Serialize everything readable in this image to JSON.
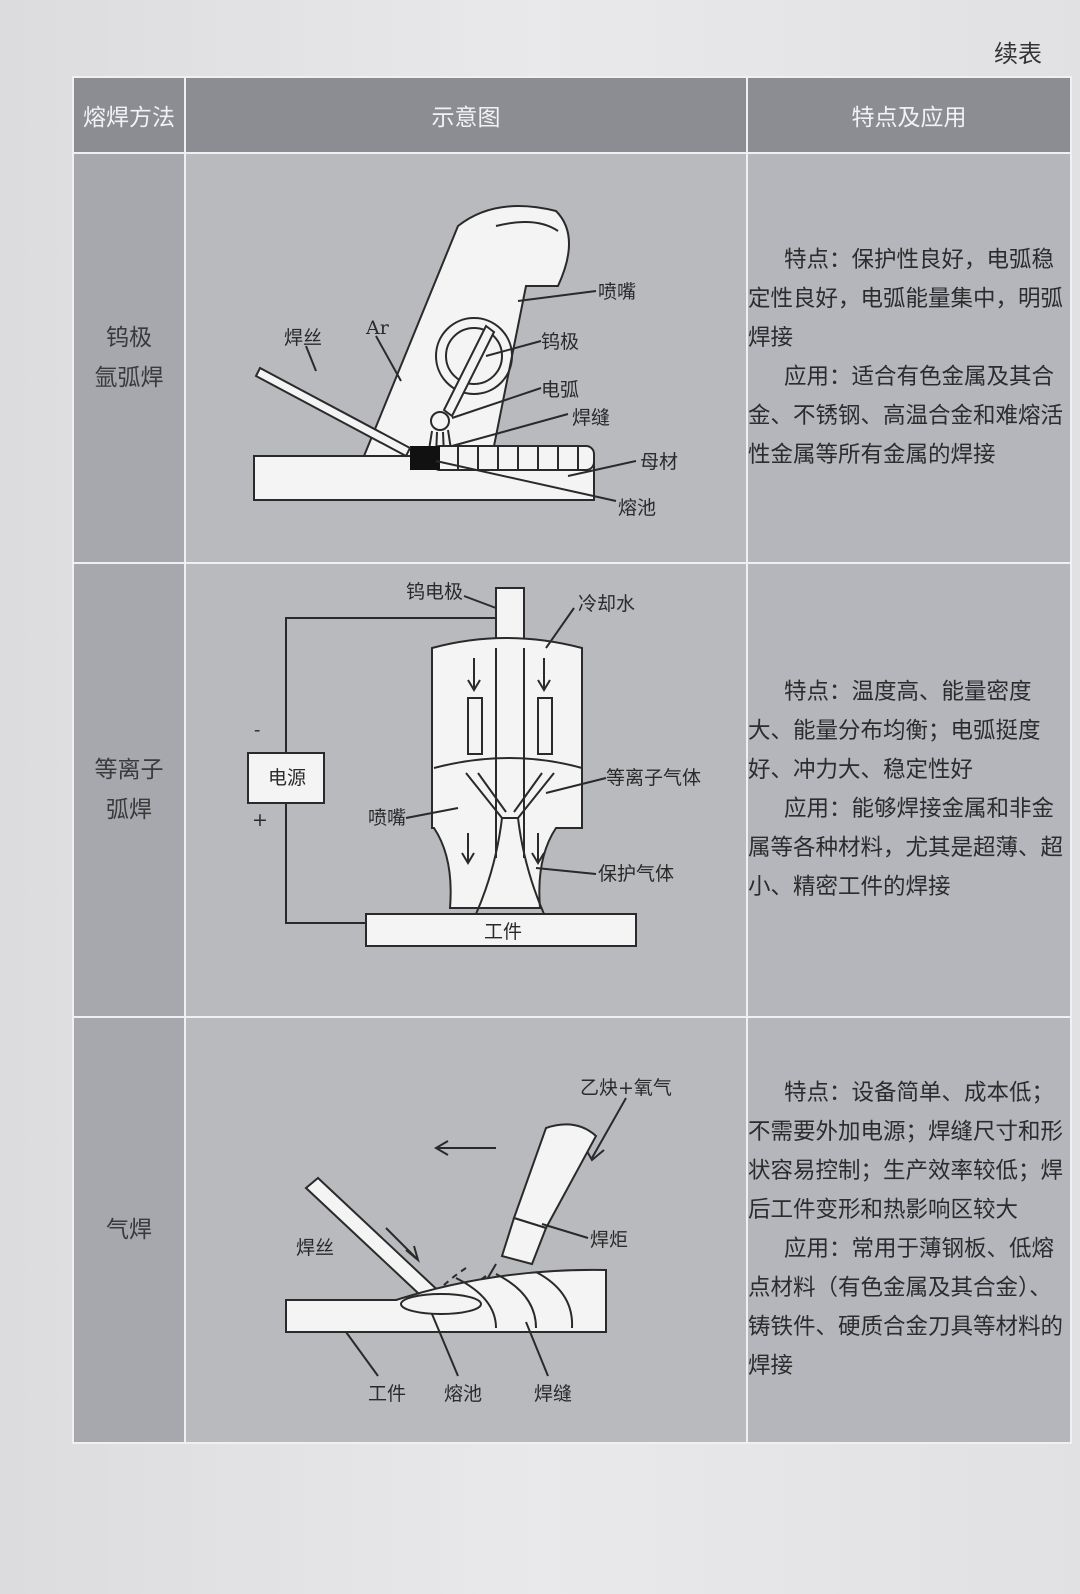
{
  "continued_label": "续表",
  "header": {
    "method": "熔焊方法",
    "diagram": "示意图",
    "features": "特点及应用"
  },
  "rows": [
    {
      "method_lines": [
        "钨极",
        "氩弧焊"
      ],
      "feature": "特点：保护性良好，电弧稳定性良好，电弧能量集中，明弧焊接",
      "application": "应用：适合有色金属及其合金、不锈钢、高温合金和难熔活性金属等所有金属的焊接",
      "labels": {
        "nozzle": "喷嘴",
        "ar": "Ar",
        "wire": "焊丝",
        "tungsten": "钨极",
        "arc": "电弧",
        "seam": "焊缝",
        "base": "母材",
        "pool": "熔池"
      }
    },
    {
      "method_lines": [
        "等离子",
        "弧焊"
      ],
      "feature": "特点：温度高、能量密度大、能量分布均衡；电弧挺度好、冲力大、稳定性好",
      "application": "应用：能够焊接金属和非金属等各种材料，尤其是超薄、超小、精密工件的焊接",
      "labels": {
        "electrode": "钨电极",
        "cooling": "冷却水",
        "minus": "-",
        "power": "电源",
        "plus": "+",
        "plasma": "等离子气体",
        "nozzle": "喷嘴",
        "shield": "保护气体",
        "work": "工件"
      }
    },
    {
      "method_lines": [
        "气焊"
      ],
      "feature": "特点：设备简单、成本低；不需要外加电源；焊缝尺寸和形状容易控制；生产效率较低；焊后工件变形和热影响区较大",
      "application": "应用：常用于薄钢板、低熔点材料（有色金属及其合金）、铸铁件、硬质合金刀具等材料的焊接",
      "labels": {
        "gas": "乙炔+氧气",
        "wire": "焊丝",
        "torch": "焊炬",
        "work": "工件",
        "pool": "熔池",
        "seam": "焊缝"
      }
    }
  ]
}
